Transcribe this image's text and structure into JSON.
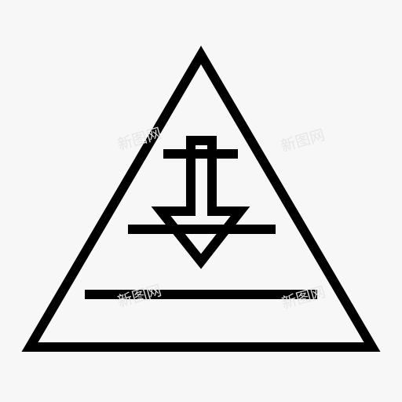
{
  "icon": {
    "name": "pyramid-down-arrow-icon",
    "stroke_color": "#000000",
    "background": "#f7f7f7"
  },
  "watermarks": [
    "新图网",
    "新图网",
    "新图网",
    "新图网"
  ]
}
